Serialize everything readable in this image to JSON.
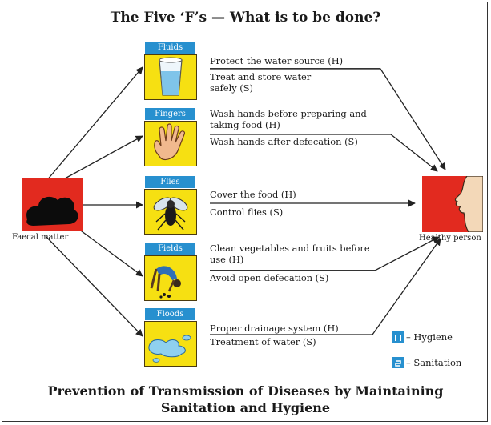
{
  "title": "The Five ‘F’s — What is to be done?",
  "caption": {
    "line1": "Prevention of Transmission of Diseases by Maintaining",
    "line2": "Sanitation and Hygiene"
  },
  "source": {
    "label": "Faecal matter"
  },
  "target": {
    "label": "Healthy person"
  },
  "routes": [
    {
      "label": "Fluids",
      "icon": "glass-of-water-icon",
      "actions": [
        "Protect the water source (H)",
        "Treat and store water",
        "safely (S)"
      ]
    },
    {
      "label": "Fingers",
      "icon": "hand-icon",
      "actions": [
        "Wash hands before preparing and",
        "taking food (H)",
        "Wash hands after defecation (S)"
      ]
    },
    {
      "label": "Flies",
      "icon": "fly-icon",
      "actions": [
        "Cover the food (H)",
        "Control flies (S)"
      ]
    },
    {
      "label": "Fields",
      "icon": "person-in-field-icon",
      "actions": [
        "Clean vegetables and fruits before",
        "use (H)",
        "Avoid open defecation (S)"
      ]
    },
    {
      "label": "Floods",
      "icon": "water-puddle-icon",
      "actions": [
        "Proper drainage system (H)",
        "Treatment of water (S)"
      ]
    }
  ],
  "legend": [
    {
      "code": "H",
      "text": "– Hygiene",
      "color": "#2790cf"
    },
    {
      "code": "S",
      "text": "– Sanitation",
      "color": "#2790cf"
    }
  ],
  "colors": {
    "label_blue": "#2790cf",
    "icon_yellow": "#f6e012",
    "faeces_red": "#e22a1f"
  }
}
